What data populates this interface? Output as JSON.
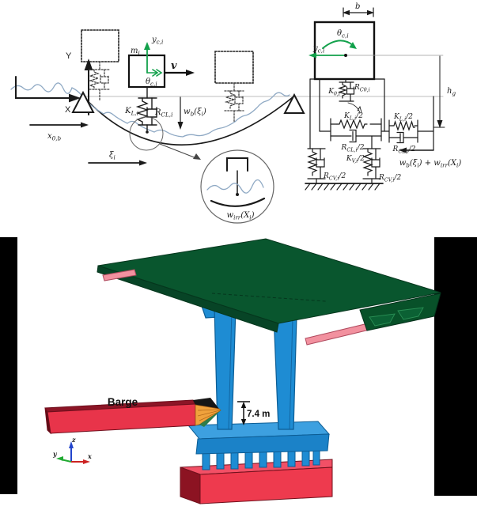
{
  "figure": {
    "schematic": {
      "axis_vertical": "Y",
      "axis_horizontal": "X",
      "mass_label": "m_{i}",
      "y_ci": "y_{c,i}",
      "theta_ci": "θ_{c,i}",
      "speed_label": "v",
      "k_l": "K_{L,i}",
      "r_cl": "R_{CL,i}",
      "w_b": "w_{b}(ξ_{i})",
      "x_0b": "x_{0,b}",
      "xi_i": "ξ_{i}",
      "w_irr": "w_{irr}(X_{i})",
      "b_dim": "b",
      "h_g": "h_{g}",
      "k_theta": "K_{θ,i}",
      "r_ctheta": "R_{Cθ,i}",
      "k_l_half": "K_{L,i}/2",
      "r_cl_half": "R_{CL,i}/2",
      "k_v_half": "K_{V,i}/2",
      "r_cv_half": "R_{CV,i}/2",
      "w_total": "w_{b}(ξ_{i}) + w_{irr}(X_{i})"
    },
    "model3d": {
      "barge_label": "Barge",
      "clearance_label": "7.4 m",
      "axes": {
        "x": "x",
        "y": "y",
        "z": "z"
      }
    },
    "colors": {
      "ink": "#1a1a1a",
      "accent_green": "#12a14b",
      "roughness_blue": "#8fa9c4",
      "deck_green": "#09562e",
      "deck_edge_green": "#074426",
      "girder_green": "#085129",
      "pier_blue": "#1e8cd3",
      "pier_cap_blue": "#3da0e0",
      "pier_cap_front": "#1b82c8",
      "barge_red": "#e8344a",
      "barge_top_dark": "#8c1526",
      "bow_orange": "#f0a23c",
      "bow_green_tip": "#2e7d4a",
      "foundation_front": "#ee3a4e",
      "foundation_top": "#f25066",
      "foundation_side": "#8c1322",
      "bearing_pink": "#f2919f",
      "axis_x_red": "#cc2222",
      "axis_y_green": "#22aa33",
      "axis_z_blue": "#2244cc",
      "panel_black": "#000000"
    }
  }
}
